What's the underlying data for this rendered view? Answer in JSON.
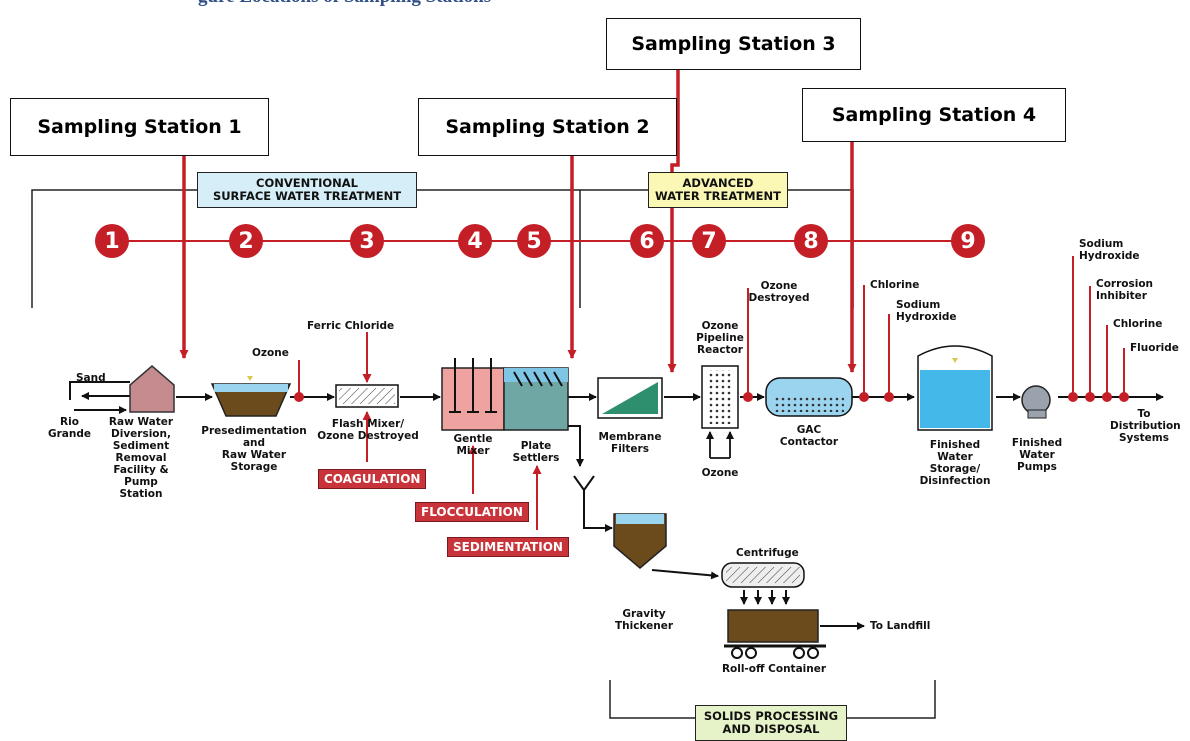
{
  "heading": "gure  Locations of Sampling Stations",
  "stations": [
    "Sampling Station 1",
    "Sampling Station 2",
    "Sampling Station 3",
    "Sampling Station 4"
  ],
  "banners": {
    "conventional": "CONVENTIONAL\nSURFACE WATER TREATMENT",
    "advanced": "ADVANCED\nWATER TREATMENT",
    "solids": "SOLIDS PROCESSING\nAND DISPOSAL"
  },
  "steps": [
    "1",
    "2",
    "3",
    "4",
    "5",
    "6",
    "7",
    "8",
    "9"
  ],
  "labels": {
    "sand": "Sand",
    "rio_grande": "Rio\nGrande",
    "raw_water": "Raw Water\nDiversion,\nSediment\nRemoval\nFacility &\nPump\nStation",
    "presed": "Presedimentation\nand\nRaw Water\nStorage",
    "ozone_in": "Ozone",
    "ferric": "Ferric Chloride",
    "flash": "Flash Mixer/\nOzone Destroyed",
    "gentle": "Gentle\nMixer",
    "plate": "Plate\nSettlers",
    "membrane": "Membrane\nFilters",
    "opr": "Ozone\nPipeline\nReactor",
    "ozone_bottom": "Ozone",
    "ozone_destroyed": "Ozone\nDestroyed",
    "gac": "GAC\nContactor",
    "chlorine1": "Chlorine",
    "sodium1": "Sodium\nHydroxide",
    "fwsd": "Finished\nWater\nStorage/\nDisinfection",
    "fwp": "Finished\nWater\nPumps",
    "sodium2": "Sodium\nHydroxide",
    "corrosion": "Corrosion\nInhibiter",
    "chlorine2": "Chlorine",
    "fluoride": "Fluoride",
    "to_dist": "To\nDistribution\nSystems",
    "centrifuge": "Centrifuge",
    "gravity": "Gravity\nThickener",
    "landfill": "To Landfill",
    "rolloff": "Roll-off Container"
  },
  "process_tags": {
    "coagulation": "COAGULATION",
    "flocculation": "FLOCCULATION",
    "sedimentation": "SEDIMENTATION"
  },
  "colors": {
    "red": "#c41e27",
    "conventional_banner": "#d6eef8",
    "advanced_banner": "#fbf7b5",
    "solids_banner": "#e6f3c8",
    "water_blue": "#44b8e8",
    "sludge_brown": "#6b4a1c"
  }
}
